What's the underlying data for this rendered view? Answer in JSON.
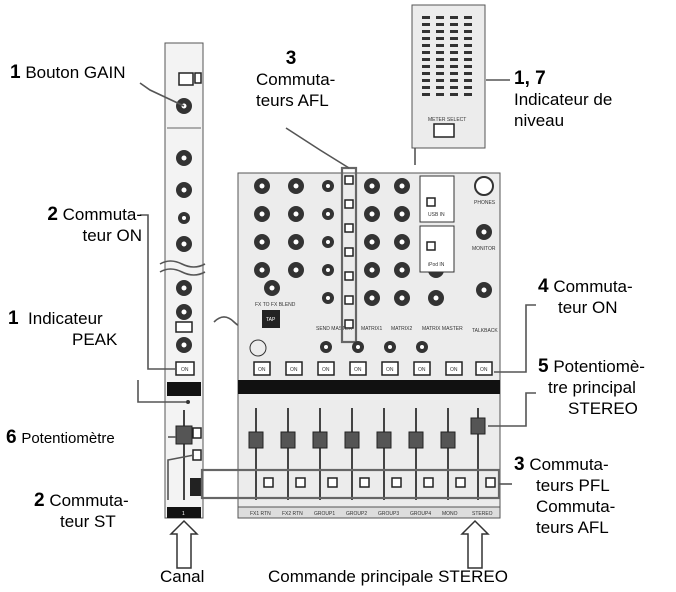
{
  "labels": {
    "gain_num": "1",
    "gain_text": "Bouton GAIN",
    "afl_top_num": "3",
    "afl_top_l1": "Commuta-",
    "afl_top_l2": "teurs AFL",
    "level_num": "1, 7",
    "level_l1": "Indicateur de",
    "level_l2": "niveau",
    "on_left_num": "2",
    "on_left_l1": "Commuta-",
    "on_left_l2": "teur ON",
    "peak_num": "1",
    "peak_l1": "Indicateur",
    "peak_l2": "PEAK",
    "on_right_num": "4",
    "on_right_l1": "Commuta-",
    "on_right_l2": "teur ON",
    "stereo_fader_num": "5",
    "stereo_fader_l1": "Potentiomè-",
    "stereo_fader_l2": "tre principal",
    "stereo_fader_l3": "STEREO",
    "fader_num": "6",
    "fader_text": "Potentiomètre",
    "pfl_num": "3",
    "pfl_l1": "Commuta-",
    "pfl_l2": "teurs PFL",
    "pfl_l3": "Commuta-",
    "pfl_l4": "teurs AFL",
    "st_num": "2",
    "st_l1": "Commuta-",
    "st_l2": "teur ST",
    "canal": "Canal",
    "stereo_main": "Commande principale STEREO"
  },
  "panel": {
    "on_label": "ON",
    "meter_select": "METER SELECT",
    "strip_names": [
      "FX1 RTN",
      "FX2 RTN",
      "GROUP1",
      "GROUP2",
      "GROUP3",
      "GROUP4",
      "MONO",
      "STEREO"
    ],
    "channel_number": "1",
    "phones": "PHONES",
    "monitor": "MONITOR",
    "talkback": "TALKBACK",
    "matrix_labels": [
      "SEND MASTER",
      "MATRIX1",
      "MATRIX2",
      "MATRIX MASTER"
    ],
    "usb_in": "USB IN",
    "ipod_in": "iPod IN",
    "tap": "TAP",
    "fx_blend": "FX TO FX BLEND"
  },
  "colors": {
    "panel": "#ececec",
    "outline": "#555555",
    "knob": "#333333",
    "callout": "#666666"
  }
}
